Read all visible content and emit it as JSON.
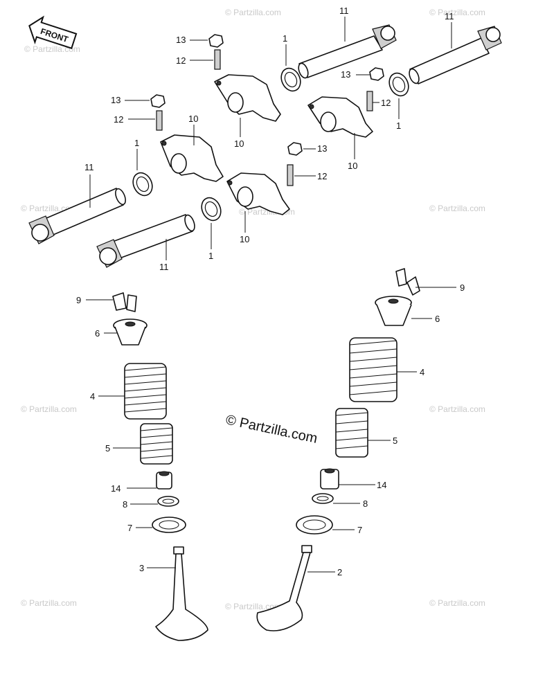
{
  "front_label": "FRONT",
  "callouts": {
    "c1a": "1",
    "c1b": "1",
    "c1c": "1",
    "c1d": "1",
    "c2": "2",
    "c3": "3",
    "c4a": "4",
    "c4b": "4",
    "c5a": "5",
    "c5b": "5",
    "c6a": "6",
    "c6b": "6",
    "c7a": "7",
    "c7b": "7",
    "c8a": "8",
    "c8b": "8",
    "c9a": "9",
    "c9b": "9",
    "c10a": "10",
    "c10b": "10",
    "c10c": "10",
    "c10d": "10",
    "c11a": "11",
    "c11b": "11",
    "c11c": "11",
    "c11d": "11",
    "c12a": "12",
    "c12b": "12",
    "c12c": "12",
    "c12d": "12",
    "c13a": "13",
    "c13b": "13",
    "c13c": "13",
    "c13d": "13",
    "c14a": "14",
    "c14b": "14"
  },
  "watermark": {
    "center": "© Partzilla.com",
    "tile": "© Partzilla.com"
  }
}
